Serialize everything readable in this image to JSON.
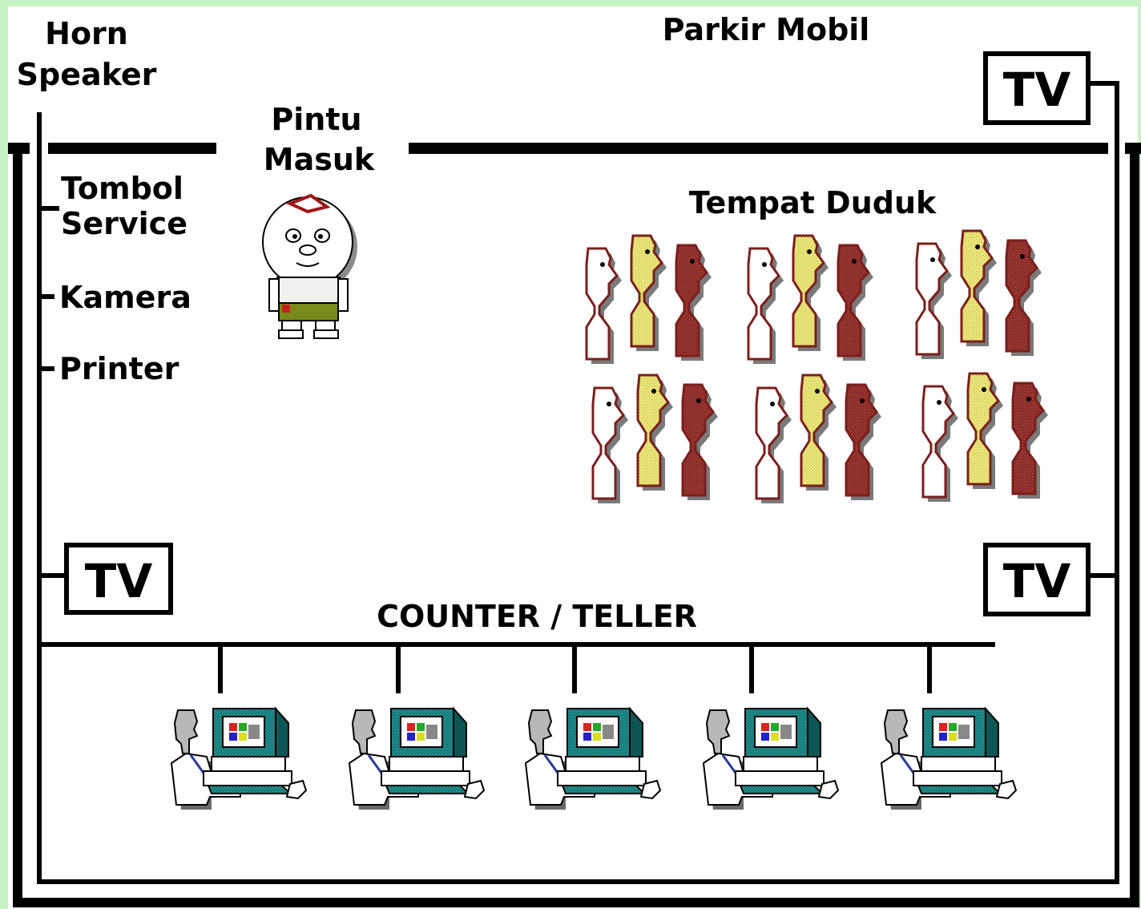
{
  "labels": {
    "horn_line1": "Horn",
    "horn_line2": "Speaker",
    "parkir": "Parkir Mobil",
    "pintu_line1": "Pintu",
    "pintu_line2": "Masuk",
    "tombol_line1": "Tombol",
    "tombol_line2": "Service",
    "kamera": "Kamera",
    "printer": "Printer",
    "tempat_duduk": "Tempat Duduk",
    "counter": "COUNTER / TELLER",
    "tv": "TV"
  },
  "colors": {
    "background_border": "#c6f2c6",
    "line": "#000000",
    "chair_white": "#ffffff",
    "chair_yellow": "#ece77a",
    "chair_maroon": "#8a2a26",
    "chair_outline": "#7a1f1c",
    "computer_teal": "#1e8a8a",
    "person_gray": "#b8b8b8"
  },
  "icons": {
    "customer": "customer-icon",
    "seat": "seat-icon",
    "teller": "teller-computer-icon"
  }
}
